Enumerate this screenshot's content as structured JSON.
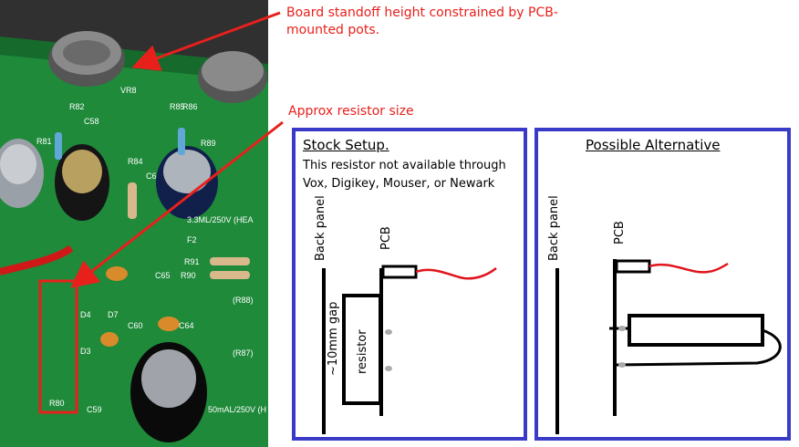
{
  "callouts": {
    "standoff": "Board standoff height constrained by PCB-mounted pots.",
    "resistor_size": "Approx resistor size"
  },
  "photo": {
    "silkscreen": [
      "VR8",
      "R82",
      "C58",
      "R81",
      "R84",
      "R85",
      "R86",
      "R89",
      "C6",
      "F2",
      "R91",
      "R90",
      "C65",
      "(R88)",
      "D4",
      "D7",
      "C60",
      "C64",
      "D3",
      "(R87)",
      "R80",
      "C59",
      "3.3ML/250V (HEA",
      "50mAL/250V (H"
    ]
  },
  "stock": {
    "title": "Stock Setup.",
    "note": "This resistor not available through Vox, Digikey, Mouser, or Newark",
    "back_panel_label": "Back panel",
    "pcb_label": "PCB",
    "gap_label": "~10mm gap",
    "resistor_label": "resistor"
  },
  "alternative": {
    "title": "Possible Alternative",
    "back_panel_label": "Back panel",
    "pcb_label": "PCB"
  },
  "colors": {
    "callout_red": "#e8201c",
    "panel_border": "#3a3ac8",
    "pcb_green": "#1f8a3a",
    "wire_red": "#e0141c"
  }
}
